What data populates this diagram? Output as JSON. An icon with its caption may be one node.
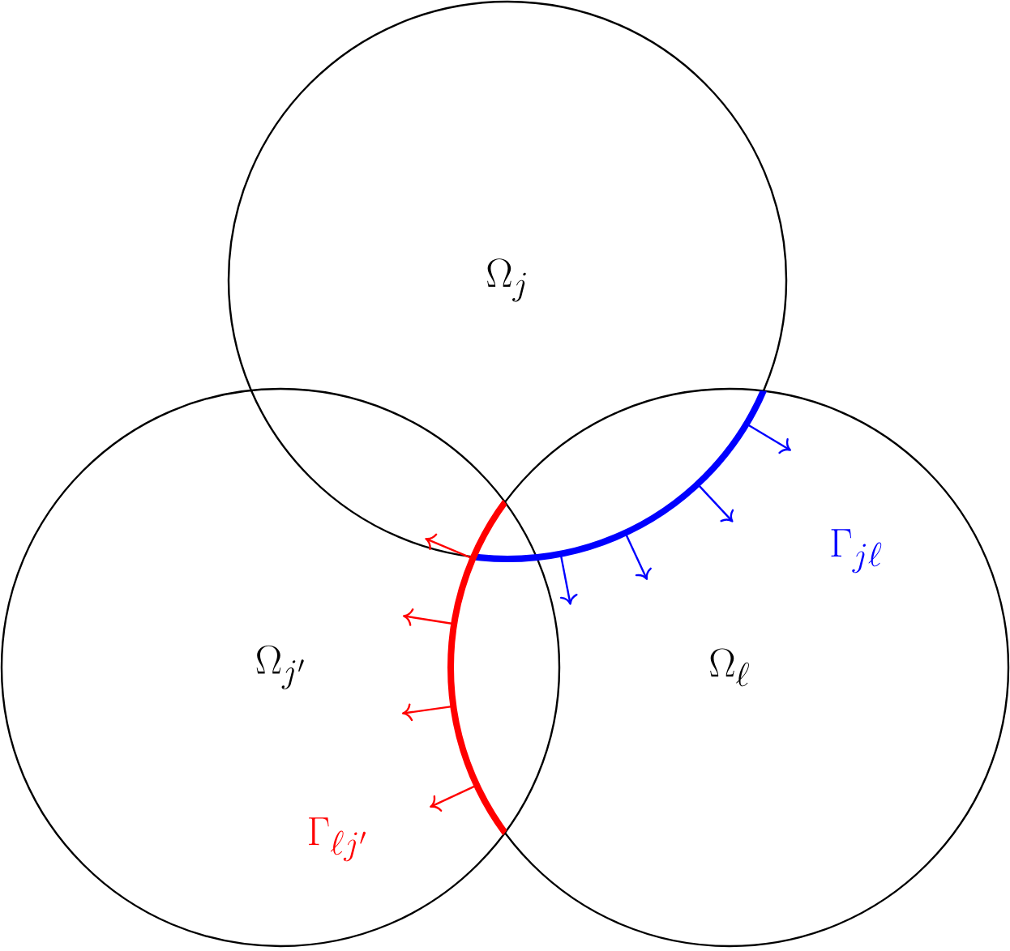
{
  "diagram": {
    "nodes": [
      {
        "text": [
          "\\Omega_j"
        ]
      },
      {
        "text": [
          "\\Omega_{j'}"
        ]
      },
      {
        "text": [
          "\\Omega_\\ell"
        ]
      }
    ],
    "labels": [
      "\\Gamma_{j\\ell}",
      "\\Gamma_{\\ell j'}"
    ]
  }
}
